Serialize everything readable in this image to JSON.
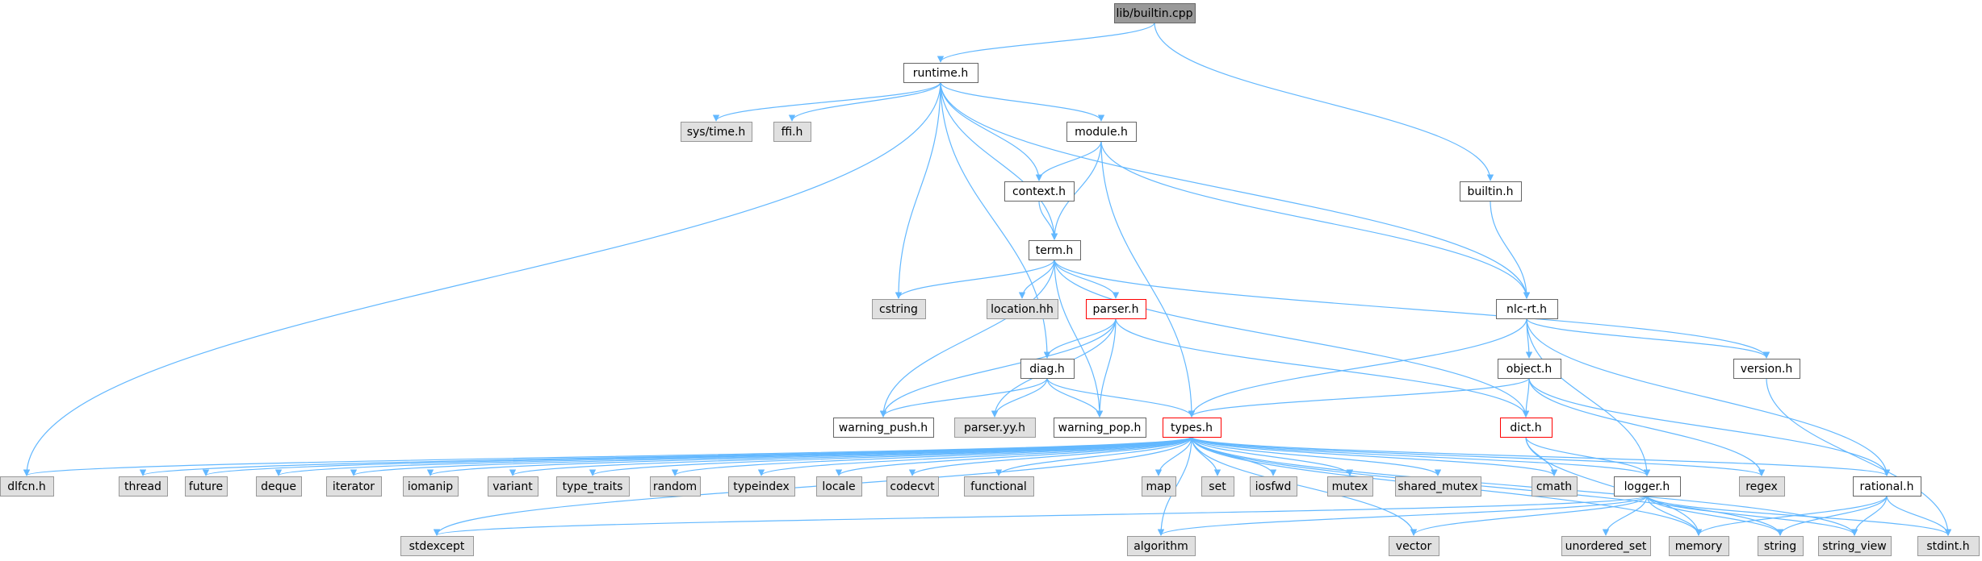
{
  "colors": {
    "edge": "#63b8ff",
    "root_fill": "#999999",
    "local_fill": "#ffffff",
    "local_border": "#666666",
    "system_fill": "#e0e0e0",
    "system_border": "#999999",
    "truncated_border": "#ff0000"
  },
  "nodes": [
    {
      "id": "builtin_cpp",
      "label": "lib/builtin.cpp",
      "kind": "root"
    },
    {
      "id": "runtime_h",
      "label": "runtime.h",
      "kind": "local"
    },
    {
      "id": "builtin_h",
      "label": "builtin.h",
      "kind": "local"
    },
    {
      "id": "sys_time_h",
      "label": "sys/time.h",
      "kind": "system"
    },
    {
      "id": "ffi_h",
      "label": "ffi.h",
      "kind": "system"
    },
    {
      "id": "module_h",
      "label": "module.h",
      "kind": "local"
    },
    {
      "id": "context_h",
      "label": "context.h",
      "kind": "local"
    },
    {
      "id": "term_h",
      "label": "term.h",
      "kind": "local"
    },
    {
      "id": "cstring",
      "label": "cstring",
      "kind": "system"
    },
    {
      "id": "location_hh",
      "label": "location.hh",
      "kind": "system"
    },
    {
      "id": "parser_h",
      "label": "parser.h",
      "kind": "truncated"
    },
    {
      "id": "nlc_rt_h",
      "label": "nlc-rt.h",
      "kind": "local"
    },
    {
      "id": "diag_h",
      "label": "diag.h",
      "kind": "local"
    },
    {
      "id": "object_h",
      "label": "object.h",
      "kind": "local"
    },
    {
      "id": "version_h",
      "label": "version.h",
      "kind": "local"
    },
    {
      "id": "warning_push_h",
      "label": "warning_push.h",
      "kind": "local"
    },
    {
      "id": "parser_yy_h",
      "label": "parser.yy.h",
      "kind": "system"
    },
    {
      "id": "warning_pop_h",
      "label": "warning_pop.h",
      "kind": "local"
    },
    {
      "id": "types_h",
      "label": "types.h",
      "kind": "truncated"
    },
    {
      "id": "dict_h",
      "label": "dict.h",
      "kind": "truncated"
    },
    {
      "id": "dlfcn_h",
      "label": "dlfcn.h",
      "kind": "system"
    },
    {
      "id": "thread",
      "label": "thread",
      "kind": "system"
    },
    {
      "id": "future",
      "label": "future",
      "kind": "system"
    },
    {
      "id": "deque",
      "label": "deque",
      "kind": "system"
    },
    {
      "id": "iterator",
      "label": "iterator",
      "kind": "system"
    },
    {
      "id": "iomanip",
      "label": "iomanip",
      "kind": "system"
    },
    {
      "id": "variant",
      "label": "variant",
      "kind": "system"
    },
    {
      "id": "type_traits",
      "label": "type_traits",
      "kind": "system"
    },
    {
      "id": "random",
      "label": "random",
      "kind": "system"
    },
    {
      "id": "typeindex",
      "label": "typeindex",
      "kind": "system"
    },
    {
      "id": "locale",
      "label": "locale",
      "kind": "system"
    },
    {
      "id": "codecvt",
      "label": "codecvt",
      "kind": "system"
    },
    {
      "id": "functional",
      "label": "functional",
      "kind": "system"
    },
    {
      "id": "map",
      "label": "map",
      "kind": "system"
    },
    {
      "id": "set",
      "label": "set",
      "kind": "system"
    },
    {
      "id": "iosfwd",
      "label": "iosfwd",
      "kind": "system"
    },
    {
      "id": "mutex",
      "label": "mutex",
      "kind": "system"
    },
    {
      "id": "shared_mutex",
      "label": "shared_mutex",
      "kind": "system"
    },
    {
      "id": "cmath",
      "label": "cmath",
      "kind": "system"
    },
    {
      "id": "logger_h",
      "label": "logger.h",
      "kind": "local"
    },
    {
      "id": "regex",
      "label": "regex",
      "kind": "system"
    },
    {
      "id": "rational_h",
      "label": "rational.h",
      "kind": "local"
    },
    {
      "id": "stdexcept",
      "label": "stdexcept",
      "kind": "system"
    },
    {
      "id": "algorithm",
      "label": "algorithm",
      "kind": "system"
    },
    {
      "id": "vector",
      "label": "vector",
      "kind": "system"
    },
    {
      "id": "unordered_set",
      "label": "unordered_set",
      "kind": "system"
    },
    {
      "id": "memory",
      "label": "memory",
      "kind": "system"
    },
    {
      "id": "string",
      "label": "string",
      "kind": "system"
    },
    {
      "id": "string_view",
      "label": "string_view",
      "kind": "system"
    },
    {
      "id": "stdint_h",
      "label": "stdint.h",
      "kind": "system"
    }
  ],
  "edges": [
    [
      "builtin_cpp",
      "runtime_h"
    ],
    [
      "builtin_cpp",
      "builtin_h"
    ],
    [
      "runtime_h",
      "sys_time_h"
    ],
    [
      "runtime_h",
      "ffi_h"
    ],
    [
      "runtime_h",
      "module_h"
    ],
    [
      "runtime_h",
      "context_h"
    ],
    [
      "runtime_h",
      "term_h"
    ],
    [
      "runtime_h",
      "cstring"
    ],
    [
      "runtime_h",
      "nlc_rt_h"
    ],
    [
      "runtime_h",
      "diag_h"
    ],
    [
      "runtime_h",
      "dlfcn_h"
    ],
    [
      "module_h",
      "context_h"
    ],
    [
      "module_h",
      "term_h"
    ],
    [
      "module_h",
      "nlc_rt_h"
    ],
    [
      "module_h",
      "types_h"
    ],
    [
      "context_h",
      "term_h"
    ],
    [
      "builtin_h",
      "nlc_rt_h"
    ],
    [
      "term_h",
      "cstring"
    ],
    [
      "term_h",
      "location_hh"
    ],
    [
      "term_h",
      "parser_h"
    ],
    [
      "term_h",
      "warning_push_h"
    ],
    [
      "term_h",
      "warning_pop_h"
    ],
    [
      "term_h",
      "dict_h"
    ],
    [
      "term_h",
      "version_h"
    ],
    [
      "parser_h",
      "diag_h"
    ],
    [
      "parser_h",
      "warning_push_h"
    ],
    [
      "parser_h",
      "parser_yy_h"
    ],
    [
      "parser_h",
      "warning_pop_h"
    ],
    [
      "parser_h",
      "dict_h"
    ],
    [
      "nlc_rt_h",
      "object_h"
    ],
    [
      "nlc_rt_h",
      "version_h"
    ],
    [
      "nlc_rt_h",
      "types_h"
    ],
    [
      "nlc_rt_h",
      "logger_h"
    ],
    [
      "nlc_rt_h",
      "rational_h"
    ],
    [
      "diag_h",
      "warning_push_h"
    ],
    [
      "diag_h",
      "parser_yy_h"
    ],
    [
      "diag_h",
      "warning_pop_h"
    ],
    [
      "diag_h",
      "types_h"
    ],
    [
      "object_h",
      "types_h"
    ],
    [
      "object_h",
      "dict_h"
    ],
    [
      "object_h",
      "regex"
    ],
    [
      "object_h",
      "rational_h"
    ],
    [
      "version_h",
      "stdint_h"
    ],
    [
      "dict_h",
      "cmath"
    ],
    [
      "dict_h",
      "logger_h"
    ],
    [
      "dict_h",
      "memory"
    ],
    [
      "types_h",
      "dlfcn_h"
    ],
    [
      "types_h",
      "thread"
    ],
    [
      "types_h",
      "future"
    ],
    [
      "types_h",
      "deque"
    ],
    [
      "types_h",
      "iterator"
    ],
    [
      "types_h",
      "iomanip"
    ],
    [
      "types_h",
      "variant"
    ],
    [
      "types_h",
      "type_traits"
    ],
    [
      "types_h",
      "random"
    ],
    [
      "types_h",
      "typeindex"
    ],
    [
      "types_h",
      "locale"
    ],
    [
      "types_h",
      "codecvt"
    ],
    [
      "types_h",
      "functional"
    ],
    [
      "types_h",
      "map"
    ],
    [
      "types_h",
      "set"
    ],
    [
      "types_h",
      "iosfwd"
    ],
    [
      "types_h",
      "mutex"
    ],
    [
      "types_h",
      "shared_mutex"
    ],
    [
      "types_h",
      "cmath"
    ],
    [
      "types_h",
      "logger_h"
    ],
    [
      "types_h",
      "regex"
    ],
    [
      "types_h",
      "rational_h"
    ],
    [
      "types_h",
      "stdexcept"
    ],
    [
      "types_h",
      "algorithm"
    ],
    [
      "types_h",
      "vector"
    ],
    [
      "types_h",
      "memory"
    ],
    [
      "types_h",
      "string"
    ],
    [
      "types_h",
      "string_view"
    ],
    [
      "logger_h",
      "stdexcept"
    ],
    [
      "logger_h",
      "algorithm"
    ],
    [
      "logger_h",
      "vector"
    ],
    [
      "logger_h",
      "unordered_set"
    ],
    [
      "logger_h",
      "memory"
    ],
    [
      "logger_h",
      "string"
    ],
    [
      "logger_h",
      "string_view"
    ],
    [
      "logger_h",
      "stdint_h"
    ],
    [
      "rational_h",
      "memory"
    ],
    [
      "rational_h",
      "string"
    ],
    [
      "rational_h",
      "string_view"
    ],
    [
      "rational_h",
      "stdint_h"
    ]
  ]
}
